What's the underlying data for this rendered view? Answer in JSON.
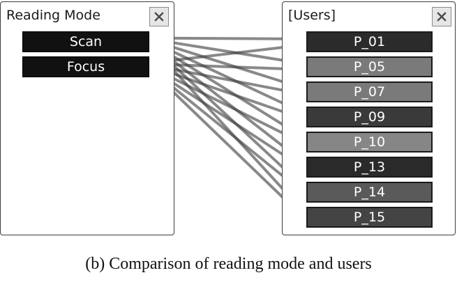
{
  "reading_mode_panel": {
    "title": "Reading Mode",
    "items": [
      {
        "label": "Scan"
      },
      {
        "label": "Focus"
      }
    ]
  },
  "users_panel": {
    "title": "[Users]",
    "items": [
      {
        "label": "P_01",
        "color": "#2b2b2b"
      },
      {
        "label": "P_05",
        "color": "#7a7a7a"
      },
      {
        "label": "P_07",
        "color": "#7a7a7a"
      },
      {
        "label": "P_09",
        "color": "#3a3a3a"
      },
      {
        "label": "P_10",
        "color": "#868686"
      },
      {
        "label": "P_13",
        "color": "#2a2a2a"
      },
      {
        "label": "P_14",
        "color": "#5a5a5a"
      },
      {
        "label": "P_15",
        "color": "#444444"
      }
    ]
  },
  "caption": "(b) Comparison of reading mode and users"
}
